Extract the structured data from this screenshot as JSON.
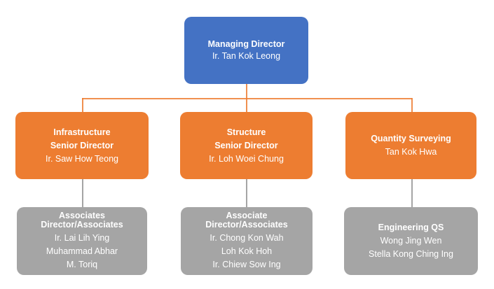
{
  "colors": {
    "top": "#4472c4",
    "middle": "#ed7d31",
    "bottom": "#a5a5a5",
    "text": "#ffffff"
  },
  "managing_director": {
    "title": "Managing Director",
    "name": "Ir. Tan Kok Leong"
  },
  "senior": [
    {
      "title_lines": [
        "Infrastructure",
        "Senior Director"
      ],
      "names": [
        "Ir. Saw How Teong"
      ]
    },
    {
      "title_lines": [
        "Structure",
        "Senior Director"
      ],
      "names": [
        "Ir. Loh Woei Chung"
      ]
    },
    {
      "title_lines": [
        "Quantity Surveying"
      ],
      "names": [
        "Tan Kok Hwa"
      ]
    }
  ],
  "teams": [
    {
      "title_lines": [
        "Associates",
        "Director/Associates"
      ],
      "names": [
        "Ir. Lai Lih Ying",
        "Muhammad Abhar",
        "M. Toriq"
      ]
    },
    {
      "title_lines": [
        "Associate",
        "Director/Associates"
      ],
      "names": [
        "Ir. Chong Kon Wah",
        "Loh Kok Hoh",
        "Ir. Chiew Sow Ing"
      ]
    },
    {
      "title_lines": [
        "Engineering QS"
      ],
      "names": [
        "Wong Jing Wen",
        "Stella Kong Ching Ing"
      ]
    }
  ]
}
